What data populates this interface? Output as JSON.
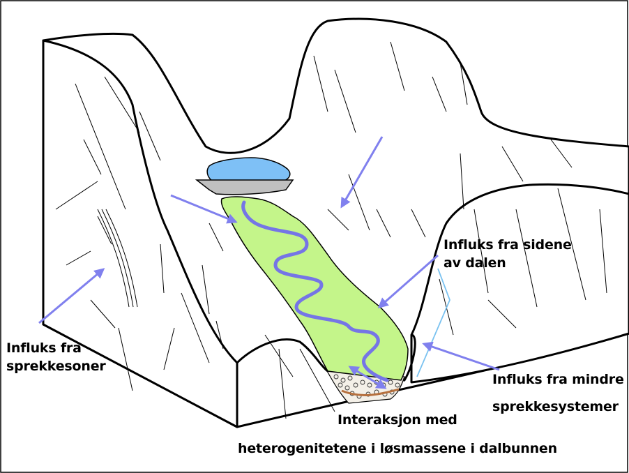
{
  "labels": {
    "sides_line1": "Influks fra sidene",
    "sides_line2": "av dalen",
    "fractures_line1": "Influks fra",
    "fractures_line2": "sprekkesoner",
    "minor_line1": "Influks fra mindre",
    "minor_line2": "sprekkesystemer",
    "interaction_line1": "Interaksjon med",
    "interaction_line2": "heterogenitetene i løsmassene i dalbunnen"
  },
  "colors": {
    "arrow": "#8080ee",
    "river": "#7575e6",
    "valley_floor": "#c4f58a",
    "lake": "#7ec0f6",
    "dam": "#c0c0c0",
    "fracture_line": "#7ac2f0",
    "sediment": "#b6703e",
    "outline": "#000000"
  }
}
